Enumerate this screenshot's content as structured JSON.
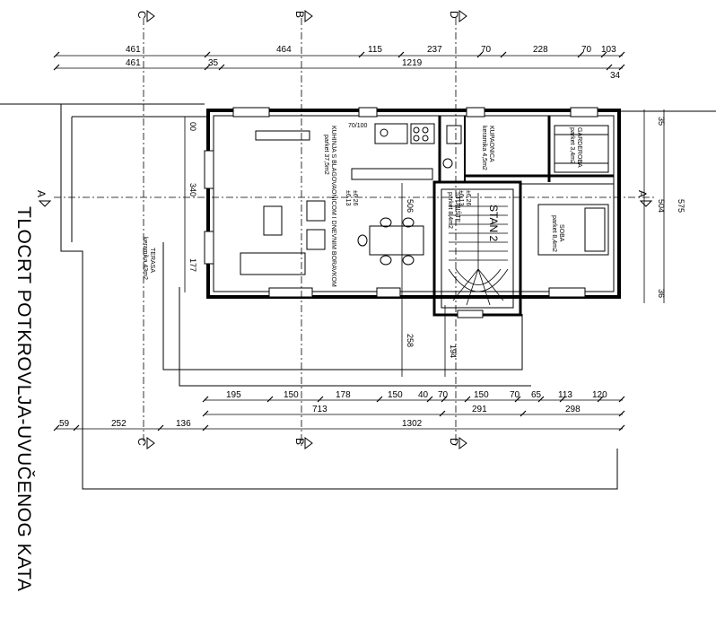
{
  "drawing": {
    "title": "TLOCRT POTKROVLJA-UVUČENOG KATA",
    "apartment": "STAN 2"
  },
  "rooms": {
    "kitchen": "KUHINJA S BLAGOVAONICOM I DNEVNIM BORAVKOM",
    "kitchen_floor": "parket 37,5m2",
    "bathroom": "KUPAONICA",
    "bathroom_floor": "keramika 4,5m2",
    "wardrobe": "GARDEROBA",
    "wardrobe_floor": "parket 3,4m2",
    "stairs": "STUBIŠTE",
    "stairs_floor": "parket 8,4m2",
    "bedroom": "SOBA",
    "bedroom_floor": "parket 8,4m2",
    "terrace": "TERASA",
    "terrace_floor": "keramika 43m2",
    "level_a": "±6.26",
    "level_a2": "±6.13",
    "level_b": "±6.26",
    "level_b2": "±6.13",
    "kitchen_counter": "70/100"
  },
  "sections": {
    "c": "C",
    "b": "B",
    "d": "D",
    "a": "A"
  },
  "dims_top": {
    "row1": [
      "461",
      "464",
      "115",
      "237",
      "70",
      "228",
      "70",
      "103"
    ],
    "row2": [
      "461",
      "35",
      "1219",
      "34"
    ]
  },
  "dims_bottom": {
    "row1": [
      "195",
      "150",
      "178",
      "150",
      "40",
      "70",
      "150",
      "70",
      "65",
      "113",
      "120"
    ],
    "row2": [
      "713",
      "291",
      "298"
    ],
    "row3": [
      "59",
      "252",
      "136",
      "1302"
    ]
  },
  "dims_right": [
    "35",
    "504",
    "575",
    "36"
  ],
  "dims_left": [
    "00",
    "340",
    "177"
  ],
  "dims_inner": [
    "506",
    "258",
    "194"
  ]
}
